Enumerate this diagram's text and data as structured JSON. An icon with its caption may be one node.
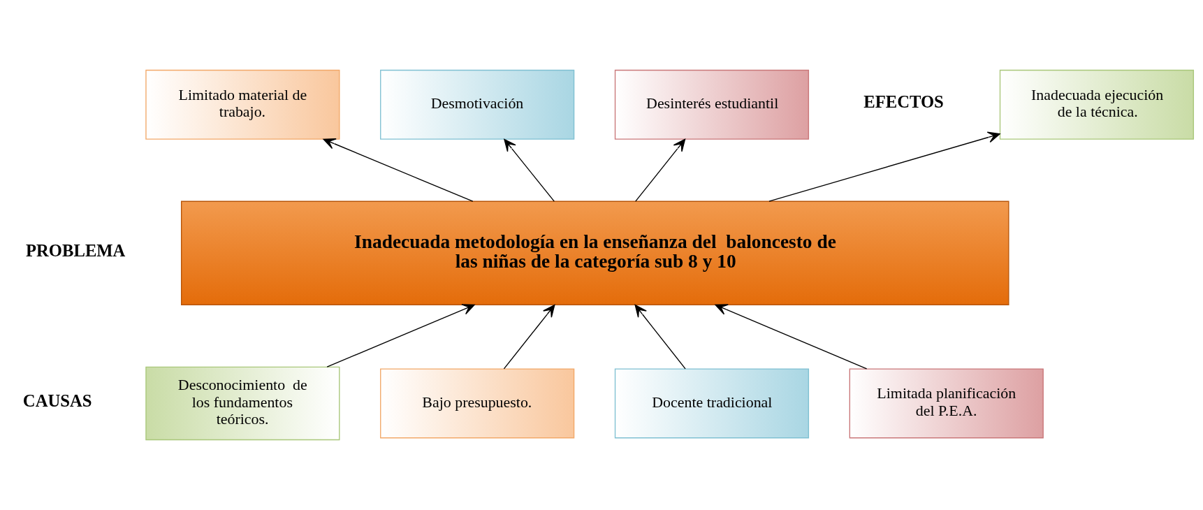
{
  "diagram": {
    "nodes": [
      {
        "text": [
          "Inadecuada ejecución de la técnica."
        ]
      },
      {
        "text": [
          "Limitado material de trabajo."
        ]
      },
      {
        "text": [
          "Desmotivación"
        ]
      },
      {
        "text": [
          "Desinterés estudiantil"
        ]
      },
      {
        "text": [
          "Inadecuada metodología en la enseñanza del  baloncesto de las niñas de la categoría sub 8 y 10"
        ]
      },
      {
        "text": [
          "Desconocimiento  de los fundamentos teóricos."
        ]
      },
      {
        "text": [
          "Bajo presupuesto."
        ]
      },
      {
        "text": [
          "Docente tradicional"
        ]
      },
      {
        "text": [
          "Limitada planificación del P.E.A."
        ]
      }
    ],
    "edges": [
      {
        "from": 4,
        "to": 0,
        "arrow": "to"
      },
      {
        "from": 4,
        "to": 1,
        "arrow": "to"
      },
      {
        "from": 4,
        "to": 2,
        "arrow": "to"
      },
      {
        "from": 4,
        "to": 3,
        "arrow": "to"
      },
      {
        "from": 5,
        "to": 4,
        "arrow": "to"
      },
      {
        "from": 6,
        "to": 4,
        "arrow": "to"
      },
      {
        "from": 7,
        "to": 4,
        "arrow": "to"
      },
      {
        "from": 8,
        "to": 4,
        "arrow": "to"
      }
    ],
    "labels": [
      "EFECTOS",
      "PROBLEMA",
      "CAUSAS"
    ]
  }
}
